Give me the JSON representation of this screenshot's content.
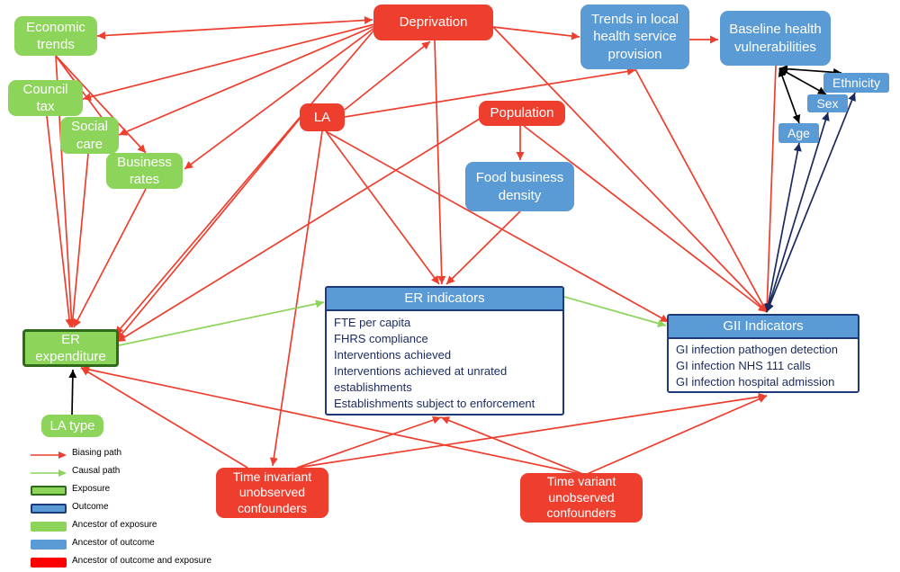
{
  "nodes": {
    "deprivation": "Deprivation",
    "economic_trends": "Economic trends",
    "council_tax": "Council tax",
    "social_care": "Social care",
    "business_rates": "Business rates",
    "la": "LA",
    "population": "Population",
    "food_business_density": "Food business density",
    "trends_local_health": "Trends in local health service provision",
    "baseline_health": "Baseline health vulnerabilities",
    "ethnicity": "Ethnicity",
    "sex": "Sex",
    "age": "Age",
    "er_expenditure": "ER expenditure",
    "la_type": "LA type",
    "time_invariant": "Time invariant unobserved confounders",
    "time_variant": "Time variant unobserved confounders"
  },
  "er_indicators": {
    "title": "ER indicators",
    "items": [
      "FTE per capita",
      "FHRS compliance",
      "Interventions achieved",
      "Interventions achieved at unrated establishments",
      "Establishments subject to enforcement"
    ]
  },
  "gii_indicators": {
    "title": "GII Indicators",
    "items": [
      "GI infection pathogen detection",
      "GI infection NHS 111 calls",
      "GI infection hospital admission"
    ]
  },
  "legend": [
    {
      "label": "Biasing path",
      "kind": "arrow",
      "color": "#ee3e2e"
    },
    {
      "label": "Causal path",
      "kind": "arrow",
      "color": "#8cd45a"
    },
    {
      "label": "Exposure",
      "kind": "box",
      "color": "#8cd45a",
      "border": "#2f6b1a"
    },
    {
      "label": "Outcome",
      "kind": "box",
      "color": "#5b9bd5",
      "border": "#1f3a7a"
    },
    {
      "label": "Ancestor of exposure",
      "kind": "box",
      "color": "#8cd45a"
    },
    {
      "label": "Ancestor of outcome",
      "kind": "box",
      "color": "#5b9bd5"
    },
    {
      "label": "Ancestor of outcome and exposure",
      "kind": "box",
      "color": "#ff0000"
    }
  ],
  "colors": {
    "biasing": "#ee3e2e",
    "causal": "#8cd45a",
    "exposure_fill": "#8cd45a",
    "outcome_fill": "#5b9bd5",
    "ancestor_both": "#ee3e2e",
    "dark_edge": "#1a2a5e"
  }
}
